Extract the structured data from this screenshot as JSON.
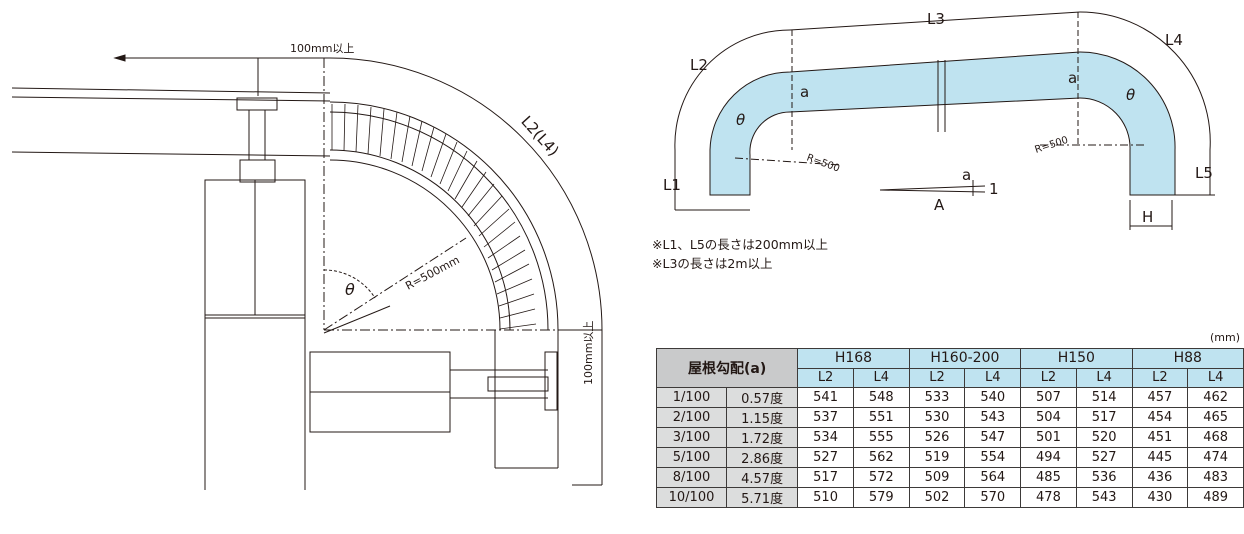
{
  "left_drawing": {
    "label_clearance_top": "100mm以上",
    "label_curve_length": "L2(L4)",
    "label_angle": "θ",
    "label_radius": "R=500mm",
    "label_clearance_side": "100mm以上"
  },
  "right_drawing": {
    "label_L1": "L1",
    "label_L2": "L2",
    "label_L3": "L3",
    "label_L4": "L4",
    "label_L5": "L5",
    "label_H": "H",
    "label_a_left": "a",
    "label_a_right": "a",
    "label_theta_left": "θ",
    "label_theta_right": "θ",
    "label_R_left": "R=500",
    "label_R_right": "R=500",
    "slope_label_a": "a",
    "slope_label_1": "1",
    "slope_label_A": "A"
  },
  "notes": {
    "line1": "※L1、L5の長さは200mm以上",
    "line2": "※L3の長さは2m以上"
  },
  "table": {
    "unit": "(mm)",
    "header_main": "屋根勾配(a)",
    "groups": [
      "H168",
      "H160-200",
      "H150",
      "H88"
    ],
    "sub_headers": [
      "L2",
      "L4",
      "L2",
      "L4",
      "L2",
      "L4",
      "L2",
      "L4"
    ],
    "rows": [
      {
        "slope": "1/100",
        "deg": "0.57度",
        "values": [
          "541",
          "548",
          "533",
          "540",
          "507",
          "514",
          "457",
          "462"
        ]
      },
      {
        "slope": "2/100",
        "deg": "1.15度",
        "values": [
          "537",
          "551",
          "530",
          "543",
          "504",
          "517",
          "454",
          "465"
        ]
      },
      {
        "slope": "3/100",
        "deg": "1.72度",
        "values": [
          "534",
          "555",
          "526",
          "547",
          "501",
          "520",
          "451",
          "468"
        ]
      },
      {
        "slope": "5/100",
        "deg": "2.86度",
        "values": [
          "527",
          "562",
          "519",
          "554",
          "494",
          "527",
          "445",
          "474"
        ]
      },
      {
        "slope": "8/100",
        "deg": "4.57度",
        "values": [
          "517",
          "572",
          "509",
          "564",
          "485",
          "536",
          "436",
          "483"
        ]
      },
      {
        "slope": "10/100",
        "deg": "5.71度",
        "values": [
          "510",
          "579",
          "502",
          "570",
          "478",
          "543",
          "430",
          "489"
        ]
      }
    ]
  }
}
